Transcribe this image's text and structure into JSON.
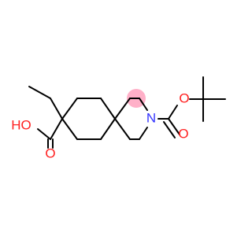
{
  "molecule": {
    "labels": {
      "nitrogen": "N",
      "ester_oxygen": "O",
      "carbonyl_oxygen_boc": "O",
      "acid_hydroxyl": "HO",
      "acid_carbonyl_oxygen": "O"
    },
    "colors": {
      "bond": "#000000",
      "nitrogen": "#3333ff",
      "oxygen": "#ff2020",
      "highlight": "#ffb0c8"
    }
  }
}
